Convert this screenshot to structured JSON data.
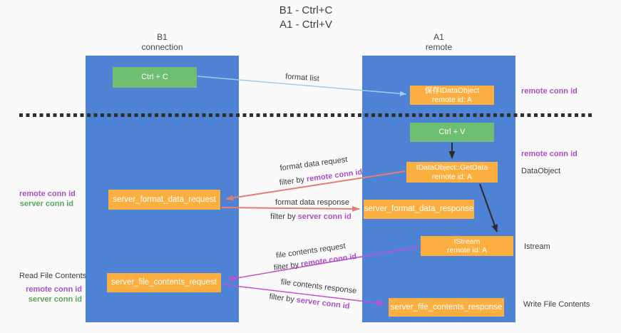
{
  "title": {
    "line1": "B1 - Ctrl+C",
    "line2": "A1 - Ctrl+V"
  },
  "columns": {
    "left": {
      "title": "B1",
      "subtitle": "connection"
    },
    "right": {
      "title": "A1",
      "subtitle": "remote"
    }
  },
  "nodes": {
    "ctrl_c": {
      "label": "Ctrl + C"
    },
    "ctrl_v": {
      "label": "Ctrl + V"
    },
    "save_idataobject": {
      "line1": "保存IDataObject",
      "line2": "remote id: A"
    },
    "getdata": {
      "line1": "IDataObject::GetData",
      "line2": "remote id: A"
    },
    "istream": {
      "line1": "IStream",
      "line2": "remote id: A"
    },
    "server_format_data_request": {
      "label": "server_format_data_request"
    },
    "server_format_data_response": {
      "label": "server_format_data_response"
    },
    "server_file_contents_request": {
      "label": "server_file_contents_request"
    },
    "server_file_contents_response": {
      "label": "server_file_contents_response"
    }
  },
  "edge_labels": {
    "format_list": "format list",
    "format_data_request": "format data request",
    "format_data_response": "format data response",
    "file_contents_request": "file contents request",
    "file_contents_response": "file contents response",
    "filter_by": "filter by",
    "remote_conn_id": "remote conn id",
    "server_conn_id": "server conn id"
  },
  "side_labels": {
    "right_remote_conn_id_1": "remote conn id",
    "right_remote_conn_id_2": "remote conn id",
    "right_dataobject": "DataObject",
    "right_istream": "Istream",
    "right_write_file_contents": "Write File Contents",
    "left_remote_conn_id_1": "remote conn id",
    "left_server_conn_id_1": "server conn id",
    "left_read_file_contents": "Read File Contents",
    "left_remote_conn_id_2": "remote conn id",
    "left_server_conn_id_2": "server conn id"
  },
  "colors": {
    "column_blue": "#4e82d4",
    "node_green": "#6ebf72",
    "node_orange": "#fbaf40",
    "arrow_salmon": "#e57d72",
    "arrow_magenta": "#c74fc9",
    "arrow_light_blue": "#9fcdec",
    "arrow_black": "#2b2b2b",
    "label_purple": "#ab4fc8",
    "label_green": "#56a85a",
    "background": "#fafafa"
  }
}
